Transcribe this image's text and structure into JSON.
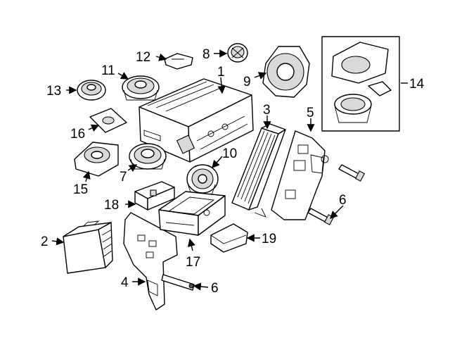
{
  "colors": {
    "line": "#000000",
    "background": "#ffffff",
    "shade": "#d9d9d9"
  },
  "callouts": {
    "c1": "1",
    "c2": "2",
    "c3": "3",
    "c4": "4",
    "c5": "5",
    "c6a": "6",
    "c6b": "6",
    "c7": "7",
    "c8": "8",
    "c9": "9",
    "c10": "10",
    "c11": "11",
    "c12": "12",
    "c13": "13",
    "c14": "14",
    "c15": "15",
    "c16": "16",
    "c17": "17",
    "c18": "18",
    "c19": "19"
  }
}
